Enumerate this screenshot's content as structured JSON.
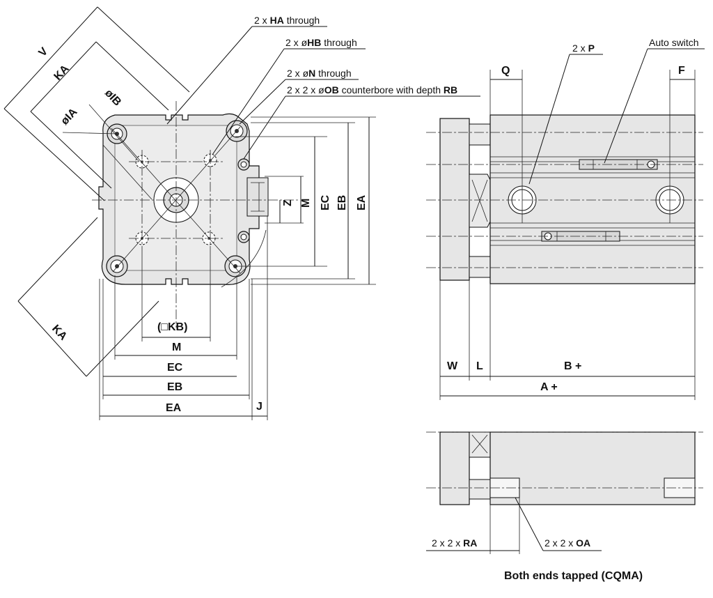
{
  "callouts": {
    "ha": {
      "prefix": "2 x ",
      "code": "HA",
      "suffix": " through"
    },
    "hb": {
      "prefix": "2 x ø",
      "code": "HB",
      "suffix": " through"
    },
    "n": {
      "prefix": "2 x ø",
      "code": "N",
      "suffix": " through"
    },
    "ob": {
      "prefix": "2 x 2 x ø",
      "code": "OB",
      "suffix": " counterbore with depth ",
      "code2": "RB"
    },
    "p": {
      "prefix": "2 x ",
      "code": "P"
    },
    "auto_switch": "Auto switch",
    "ra": {
      "prefix": "2 x 2 x ",
      "code": "RA"
    },
    "oa": {
      "prefix": "2 x 2 x ",
      "code": "OA"
    }
  },
  "dimensions": {
    "v": "V",
    "ka_top": "KA",
    "ka_bottom": "KA",
    "ib": "øIB",
    "ia": "øIA",
    "z": "Z",
    "m_vert": "M",
    "ec_vert": "EC",
    "eb_vert": "EB",
    "ea_vert": "EA",
    "kb": "(□KB)",
    "m": "M",
    "ec": "EC",
    "eb": "EB",
    "ea": "EA",
    "j": "J",
    "q": "Q",
    "f": "F",
    "w": "W",
    "l": "L",
    "b": "B +",
    "a": "A +"
  },
  "caption": "Both ends tapped (CQMA)"
}
